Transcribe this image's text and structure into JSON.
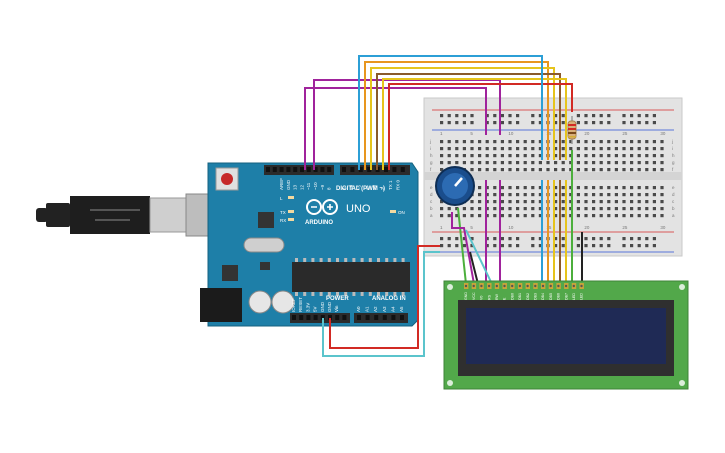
{
  "arduino": {
    "brand_label": "ARDUINO",
    "model_label": "UNO",
    "digital_header_label": "DIGITAL (PWM ~)",
    "power_header_label": "POWER",
    "analog_header_label": "ANALOG IN",
    "led_labels": [
      "L",
      "TX",
      "RX",
      "ON"
    ],
    "digital_pin_labels": [
      "AREF",
      "GND",
      "13",
      "12",
      "~11",
      "~10",
      "~9",
      "8",
      "7",
      "~6",
      "~5",
      "4",
      "~3",
      "2",
      "TX 1",
      "RX 0"
    ],
    "power_pin_labels": [
      "IOREF",
      "RESET",
      "3.3V",
      "5V",
      "GND",
      "GND",
      "Vin"
    ],
    "analog_pin_labels": [
      "A0",
      "A1",
      "A2",
      "A3",
      "A4",
      "A5"
    ]
  },
  "lcd": {
    "pin_labels": [
      "GND",
      "VCC",
      "V0",
      "RS",
      "RW",
      "E",
      "DB0",
      "DB1",
      "DB2",
      "DB3",
      "DB4",
      "DB5",
      "DB6",
      "DB7",
      "LED",
      "LED"
    ]
  },
  "breadboard": {
    "row_letters_top": [
      "j",
      "i",
      "h",
      "g",
      "f"
    ],
    "row_letters_bottom": [
      "e",
      "d",
      "c",
      "b",
      "a"
    ],
    "column_numbers": [
      "1",
      "5",
      "10",
      "15",
      "20",
      "25",
      "30"
    ]
  },
  "colors": {
    "wire_purple": "#a0239c",
    "wire_orange": "#e8961e",
    "wire_yellow": "#e6c41c",
    "wire_brown": "#8a5a2b",
    "wire_blue": "#2c9fd6",
    "wire_red": "#d22a24",
    "wire_green": "#4caf3c",
    "wire_teal": "#5bc4cc",
    "wire_black": "#222222"
  }
}
